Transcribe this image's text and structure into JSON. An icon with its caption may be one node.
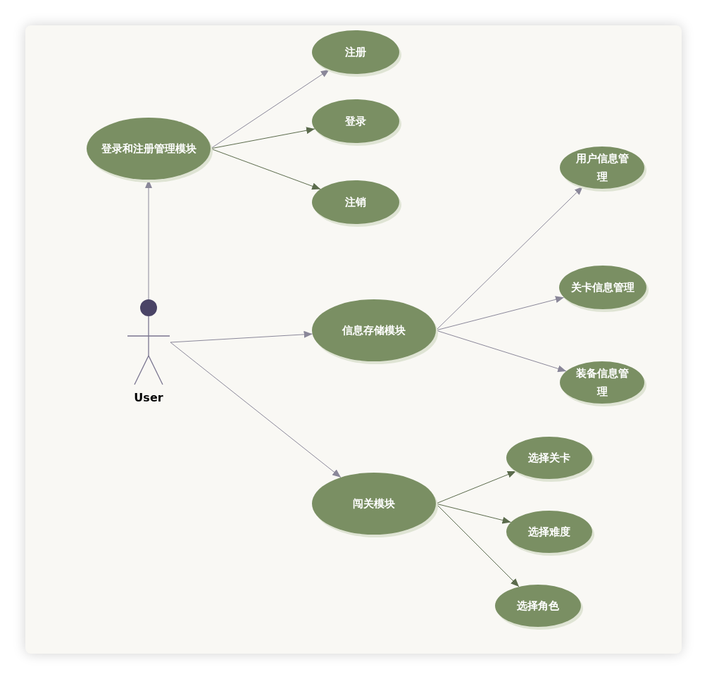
{
  "diagram": {
    "nodes": [
      {
        "text": [
          "User"
        ]
      },
      {
        "text": [
          "登录和注册管理模块"
        ]
      },
      {
        "text": [
          "注册"
        ]
      },
      {
        "text": [
          "登录"
        ]
      },
      {
        "text": [
          "注销"
        ]
      },
      {
        "text": [
          "信息存储模块"
        ]
      },
      {
        "text": [
          "用户信息管理"
        ]
      },
      {
        "text": [
          "关卡信息管理"
        ]
      },
      {
        "text": [
          "装备信息管理"
        ]
      },
      {
        "text": [
          "闯关模块"
        ]
      },
      {
        "text": [
          "选择关卡"
        ]
      },
      {
        "text": [
          "选择难度"
        ]
      },
      {
        "text": [
          "选择角色"
        ]
      }
    ],
    "edges": [
      {
        "from": 0,
        "to": 1,
        "arrow": "to"
      },
      {
        "from": 1,
        "to": 2,
        "arrow": "to"
      },
      {
        "from": 1,
        "to": 3,
        "arrow": "to",
        "color": "#5b6b4c"
      },
      {
        "from": 1,
        "to": 4,
        "arrow": "to",
        "color": "#5b6b4c"
      },
      {
        "from": 0,
        "to": 5,
        "arrow": "to"
      },
      {
        "from": 0,
        "to": 9,
        "arrow": "to"
      },
      {
        "from": 5,
        "to": 6,
        "arrow": "to"
      },
      {
        "from": 5,
        "to": 7,
        "arrow": "to"
      },
      {
        "from": 5,
        "to": 8,
        "arrow": "to"
      },
      {
        "from": 9,
        "to": 10,
        "arrow": "to",
        "color": "#5b6b4c"
      },
      {
        "from": 9,
        "to": 11,
        "arrow": "to",
        "color": "#5b6b4c"
      },
      {
        "from": 9,
        "to": 12,
        "arrow": "to",
        "color": "#5b6b4c"
      }
    ]
  }
}
